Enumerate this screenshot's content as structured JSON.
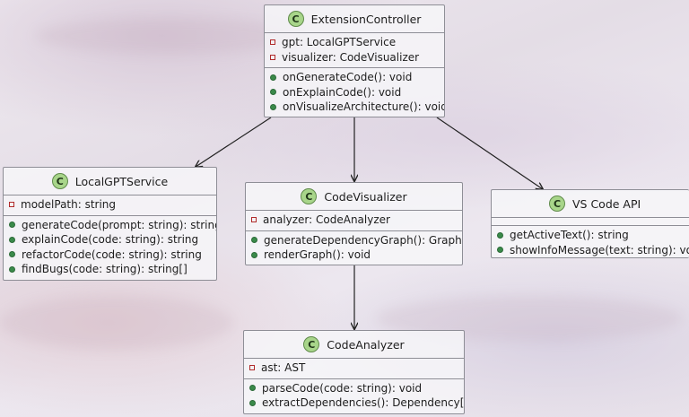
{
  "classes": {
    "extension_controller": {
      "badge": "C",
      "name": "ExtensionController",
      "fields": [
        "gpt: LocalGPTService",
        "visualizer: CodeVisualizer"
      ],
      "methods": [
        "onGenerateCode(): void",
        "onExplainCode(): void",
        "onVisualizeArchitecture(): void"
      ]
    },
    "local_gpt_service": {
      "badge": "C",
      "name": "LocalGPTService",
      "fields": [
        "modelPath: string"
      ],
      "methods": [
        "generateCode(prompt: string): string",
        "explainCode(code: string): string",
        "refactorCode(code: string): string",
        "findBugs(code: string): string[]"
      ]
    },
    "code_visualizer": {
      "badge": "C",
      "name": "CodeVisualizer",
      "fields": [
        "analyzer: CodeAnalyzer"
      ],
      "methods": [
        "generateDependencyGraph(): Graph",
        "renderGraph(): void"
      ]
    },
    "vscode_api": {
      "badge": "C",
      "name": "VS Code API",
      "fields": [],
      "methods": [
        "getActiveText(): string",
        "showInfoMessage(text: string): void"
      ]
    },
    "code_analyzer": {
      "badge": "C",
      "name": "CodeAnalyzer",
      "fields": [
        "ast: AST"
      ],
      "methods": [
        "parseCode(code: string): void",
        "extractDependencies(): Dependency[]"
      ]
    }
  },
  "colors": {
    "badge_fill": "#a8d58a",
    "private_marker": "#b02a2a",
    "public_marker": "#3a8a4a",
    "edge": "#222222"
  }
}
